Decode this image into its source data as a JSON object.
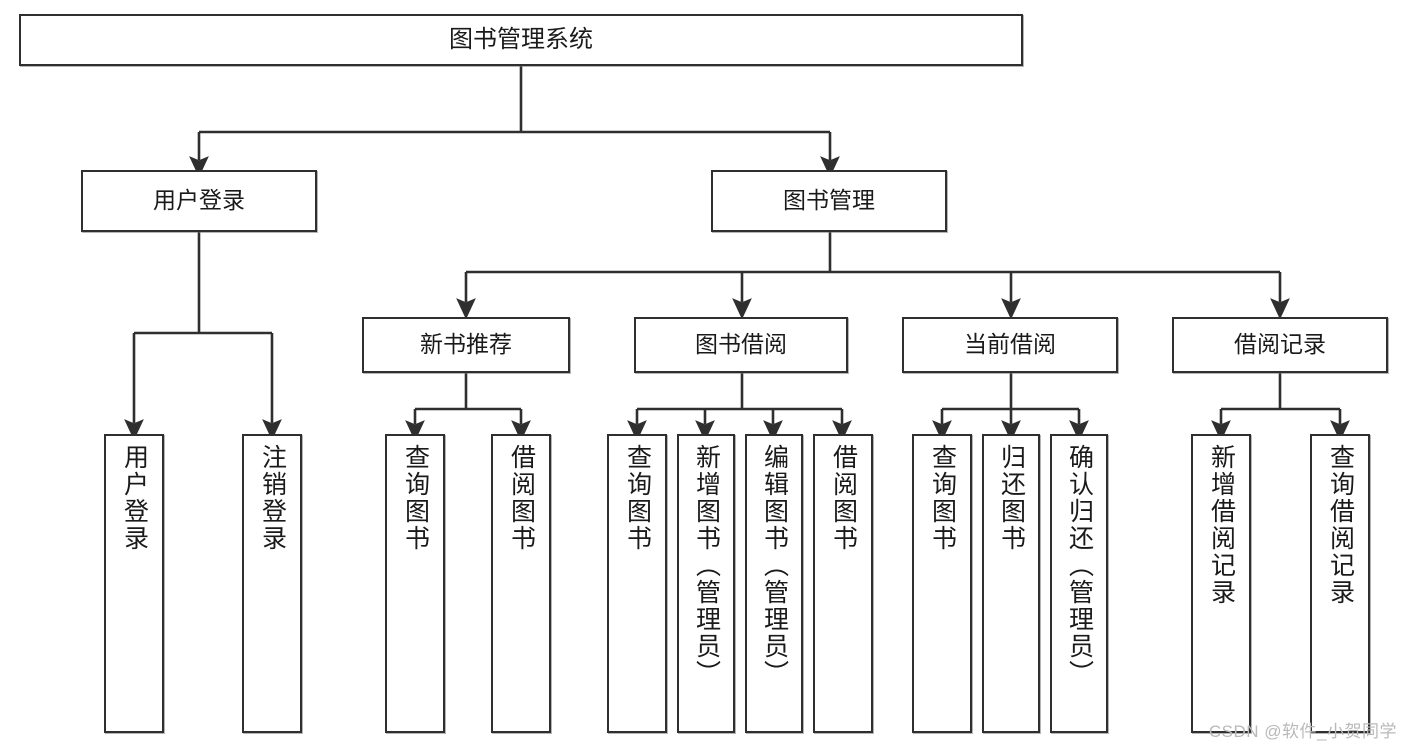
{
  "diagram": {
    "type": "tree-hierarchy",
    "title": "图书管理系统",
    "watermark": "CSDN @软件_小贺同学",
    "colors": {
      "stroke": "#2f2f2f",
      "fill": "#ffffff",
      "text": "#1a1a1a",
      "watermark": "#b9b9b9"
    },
    "nodes": {
      "root": {
        "label": "图书管理系统"
      },
      "level2": [
        {
          "label": "用户登录"
        },
        {
          "label": "图书管理"
        }
      ],
      "level3": [
        {
          "label": "新书推荐"
        },
        {
          "label": "图书借阅"
        },
        {
          "label": "当前借阅"
        },
        {
          "label": "借阅记录"
        }
      ],
      "leaves": {
        "user_login": [
          {
            "label": "用户登录"
          },
          {
            "label": "注销登录"
          }
        ],
        "new_book_recommend": [
          {
            "label": "查询图书"
          },
          {
            "label": "借阅图书"
          }
        ],
        "book_borrow": [
          {
            "label": "查询图书"
          },
          {
            "label": "新增图书（管理员）"
          },
          {
            "label": "编辑图书（管理员）"
          },
          {
            "label": "借阅图书"
          }
        ],
        "current_borrow": [
          {
            "label": "查询图书"
          },
          {
            "label": "归还图书"
          },
          {
            "label": "确认归还（管理员）"
          }
        ],
        "borrow_records": [
          {
            "label": "新增借阅记录"
          },
          {
            "label": "查询借阅记录"
          }
        ]
      }
    }
  }
}
